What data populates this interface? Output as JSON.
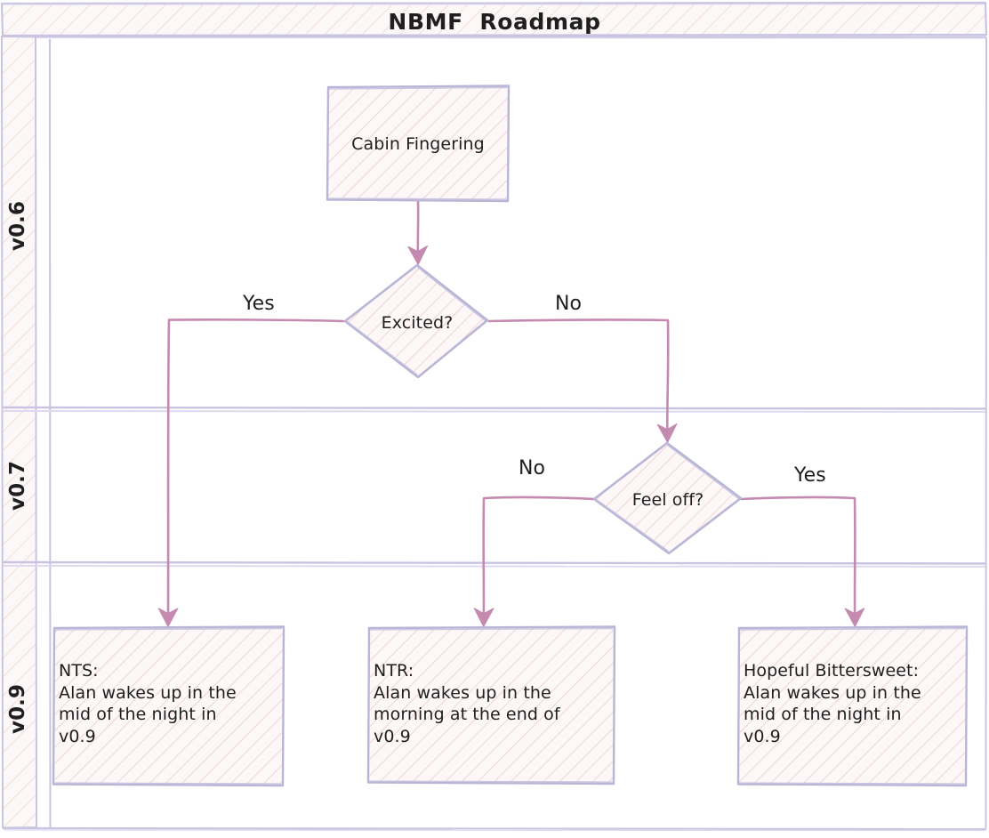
{
  "diagram": {
    "title": "NBMF  Roadmap",
    "type": "flowchart-swimlane",
    "accent_edge_color": "#c58ab0",
    "node_border_color": "#b9b5d6",
    "node_fill_color": "#fdf5f5",
    "hatch_color": "#e8c4c4",
    "text_color": "#1f1f1f",
    "lanes": [
      {
        "id": "lane-v06",
        "label": "v0.6"
      },
      {
        "id": "lane-v07",
        "label": "v0.7"
      },
      {
        "id": "lane-v09",
        "label": "v0.9"
      }
    ],
    "nodes": [
      {
        "id": "cabin",
        "shape": "rect",
        "lane": "v0.6",
        "text": "Cabin Fingering"
      },
      {
        "id": "excited",
        "shape": "diamond",
        "lane": "v0.6",
        "text": "Excited?"
      },
      {
        "id": "feeloff",
        "shape": "diamond",
        "lane": "v0.7",
        "text": "Feel off?"
      },
      {
        "id": "nts",
        "shape": "rect",
        "lane": "v0.9",
        "text": "NTS:\nAlan wakes up in the\nmid of the night in\nv0.9"
      },
      {
        "id": "ntr",
        "shape": "rect",
        "lane": "v0.9",
        "text": "NTR:\nAlan wakes up in the\nmorning at the end of\nv0.9"
      },
      {
        "id": "hopeful",
        "shape": "rect",
        "lane": "v0.9",
        "text": "Hopeful Bittersweet:\nAlan wakes up in the\nmid of the night in\nv0.9"
      }
    ],
    "edges": [
      {
        "from": "cabin",
        "to": "excited",
        "label": ""
      },
      {
        "from": "excited",
        "to": "nts",
        "label": "Yes"
      },
      {
        "from": "excited",
        "to": "feeloff",
        "label": "No"
      },
      {
        "from": "feeloff",
        "to": "ntr",
        "label": "No"
      },
      {
        "from": "feeloff",
        "to": "hopeful",
        "label": "Yes"
      }
    ],
    "edge_labels": {
      "excited_yes": "Yes",
      "excited_no": "No",
      "feeloff_no": "No",
      "feeloff_yes": "Yes"
    }
  }
}
